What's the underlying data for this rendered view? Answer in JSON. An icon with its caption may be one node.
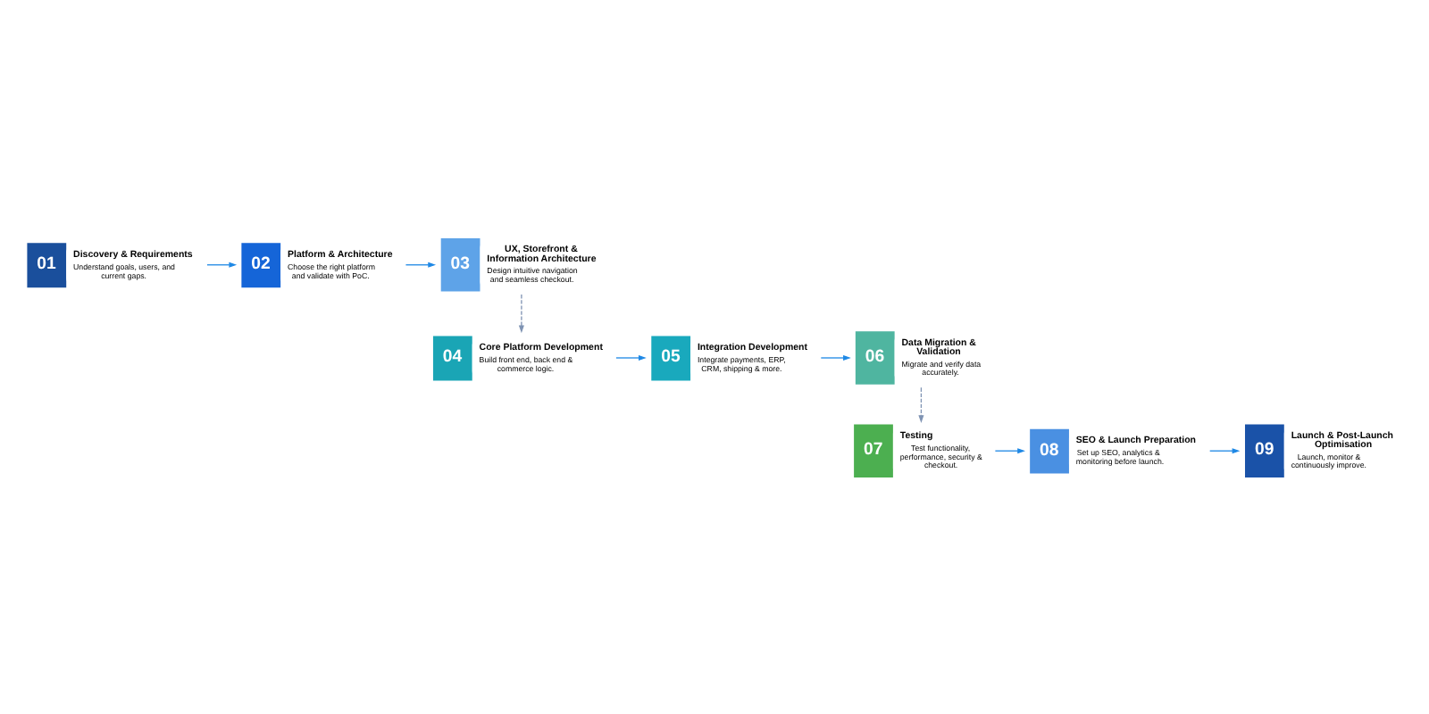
{
  "diagram": {
    "nodes": [
      {
        "text": [
          "01",
          "Discovery & Requirements",
          "Understand goals, users, and current gaps."
        ]
      },
      {
        "text": [
          "02",
          "Platform & Architecture",
          "Choose the right platform and validate with PoC."
        ]
      },
      {
        "text": [
          "03",
          "UX, Storefront & Information Architecture",
          "Design intuitive navigation and seamless checkout."
        ]
      },
      {
        "text": [
          "04",
          "Core Platform Development",
          "Build front end, back end & commerce logic."
        ]
      },
      {
        "text": [
          "05",
          "Integration Development",
          "Integrate payments, ERP, CRM, shipping & more."
        ]
      },
      {
        "text": [
          "06",
          "Data Migration & Validation",
          "Migrate and verify data accurately."
        ]
      },
      {
        "text": [
          "07",
          "Testing",
          "Test functionality, performance, security & checkout."
        ]
      },
      {
        "text": [
          "08",
          "SEO & Launch Preparation",
          "Set up SEO, analytics & monitoring before launch."
        ]
      },
      {
        "text": [
          "09",
          "Launch & Post-Launch Optimisation",
          "Launch, monitor & continuously improve."
        ]
      }
    ],
    "edges": [
      {
        "from": 0,
        "to": 1,
        "arrow": "to"
      },
      {
        "from": 1,
        "to": 2,
        "arrow": "to"
      },
      {
        "from": 2,
        "to": 3,
        "arrow": "to",
        "style": "dashed",
        "color": "#7f93b3"
      },
      {
        "from": 3,
        "to": 4,
        "arrow": "to"
      },
      {
        "from": 4,
        "to": 5,
        "arrow": "to"
      },
      {
        "from": 5,
        "to": 6,
        "arrow": "to",
        "style": "dashed",
        "color": "#7f93b3"
      },
      {
        "from": 6,
        "to": 7,
        "arrow": "to"
      },
      {
        "from": 7,
        "to": 8,
        "arrow": "to"
      }
    ]
  }
}
